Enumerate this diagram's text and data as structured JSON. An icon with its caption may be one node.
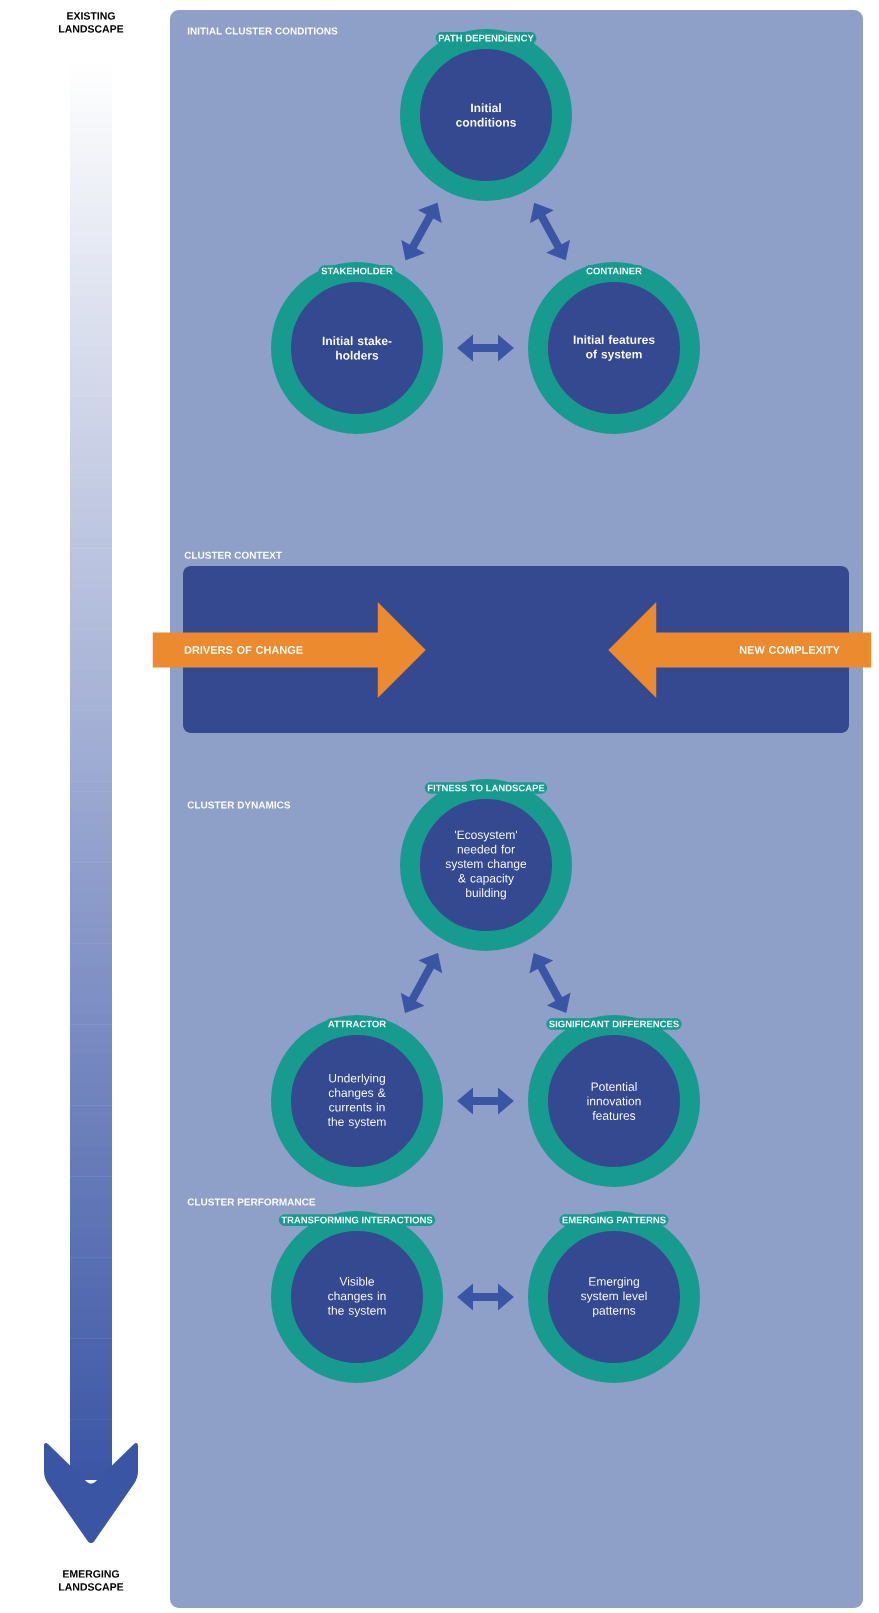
{
  "diagram": {
    "nodes": [
      {
        "text": [
          "PATH DEPENDiENCY",
          "Initial conditions"
        ]
      },
      {
        "text": [
          "STAKEHOLDER",
          "Initial stake-holders"
        ]
      },
      {
        "text": [
          "CONTAINER",
          "Initial features of system"
        ]
      },
      {
        "text": [
          "CLUSTER CONTEXT"
        ]
      },
      {
        "text": [
          "DRIVERS OF CHANGE"
        ]
      },
      {
        "text": [
          "NEW COMPLEXITY"
        ]
      },
      {
        "text": [
          "FITNESS TO LANDSCAPE",
          "'Ecosystem' needed for system change & capacity building"
        ]
      },
      {
        "text": [
          "ATTRACTOR",
          "Underlying changes & currents in the system"
        ]
      },
      {
        "text": [
          "SIGNIFICANT DIFFERENCES",
          "Potential innovation features"
        ]
      },
      {
        "text": [
          "TRANSFORMING INTERACTIONS",
          "Visible changes in the system"
        ]
      },
      {
        "text": [
          "EMERGING PATTERNS",
          "Emerging system level patterns"
        ]
      }
    ],
    "edges": [
      {
        "from": 0,
        "to": 1,
        "arrow": "both"
      },
      {
        "from": 0,
        "to": 2,
        "arrow": "both"
      },
      {
        "from": 1,
        "to": 2,
        "arrow": "both"
      },
      {
        "from": 6,
        "to": 7,
        "arrow": "both"
      },
      {
        "from": 6,
        "to": 8,
        "arrow": "both"
      },
      {
        "from": 7,
        "to": 8,
        "arrow": "both"
      },
      {
        "from": 9,
        "to": 10,
        "arrow": "both"
      }
    ],
    "labels": [
      "EXISTING LANDSCAPE",
      "INITIAL CLUSTER CONDITIONS",
      "CLUSTER DYNAMICS",
      "CLUSTER PERFORMANCE",
      "EMERGING LANDSCAPE"
    ]
  }
}
